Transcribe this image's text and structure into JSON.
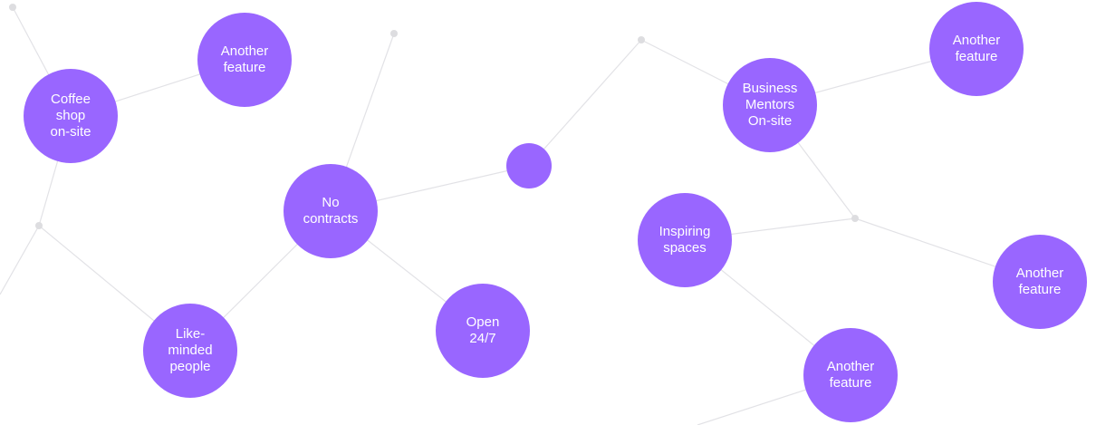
{
  "colors": {
    "node": "#9966ff",
    "node_text": "#ffffff",
    "link": "#e2e2e6",
    "joint": "#dddde0"
  },
  "nodes": [
    {
      "id": "coffee",
      "label": "Coffee\nshop\non-site"
    },
    {
      "id": "another1",
      "label": "Another\nfeature"
    },
    {
      "id": "nocontr",
      "label": "No\ncontracts"
    },
    {
      "id": "like",
      "label": "Like-\nminded\npeople"
    },
    {
      "id": "open",
      "label": "Open\n24/7"
    },
    {
      "id": "blank",
      "label": ""
    },
    {
      "id": "business",
      "label": "Business\nMentors\nOn-site"
    },
    {
      "id": "another2",
      "label": "Another\nfeature"
    },
    {
      "id": "inspiring",
      "label": "Inspiring\nspaces"
    },
    {
      "id": "another3",
      "label": "Another\nfeature"
    },
    {
      "id": "another4",
      "label": "Another\nfeature"
    }
  ]
}
